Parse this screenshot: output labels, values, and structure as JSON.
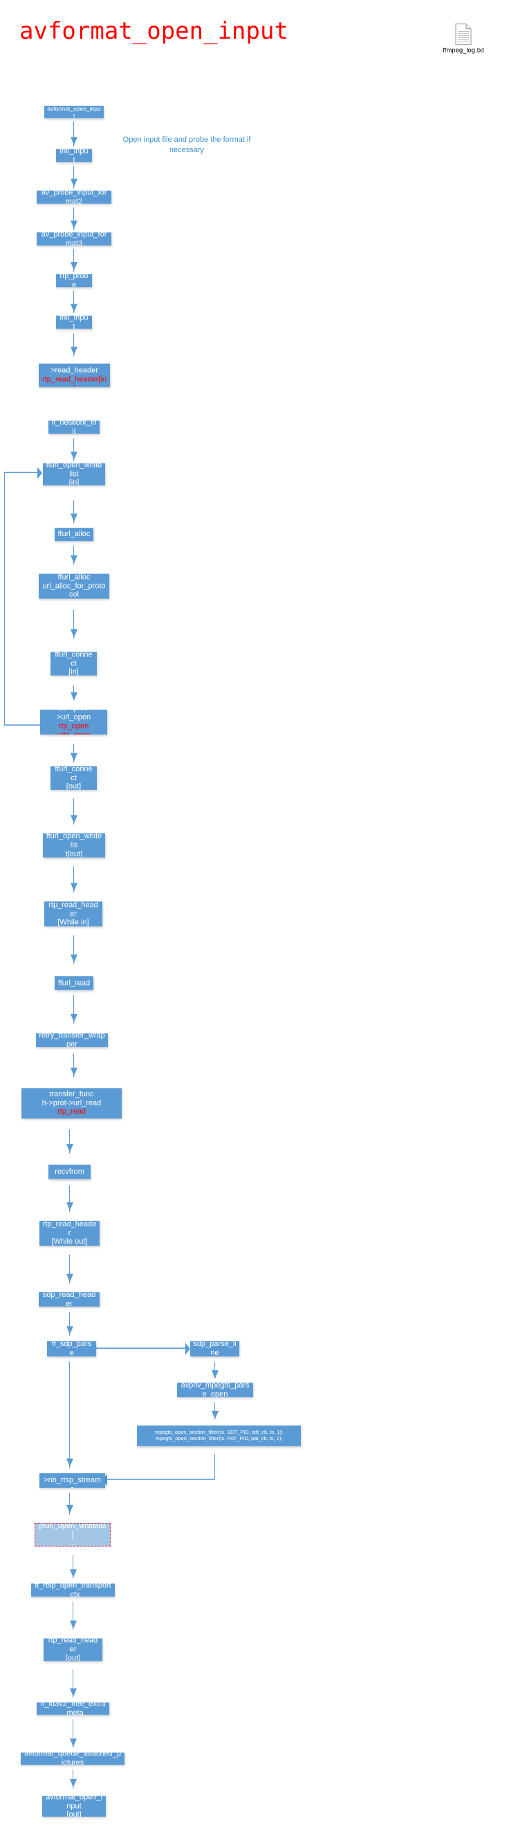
{
  "page": {
    "title": "avformat_open_input",
    "title_color": "#ff0000",
    "background": "#ffffff",
    "node_fill": "#5b9bd5",
    "node_text": "#ffffff",
    "highlight_color": "#ff0000",
    "connector_color": "#5b9bd5",
    "annotation_color": "#3d8fd1"
  },
  "desktop_file": {
    "icon": "text-file-icon",
    "label": "ffmpeg_log.txt"
  },
  "annotation": {
    "line1": "Open input file and probe the",
    "line2": "format if necessary"
  },
  "nodes": {
    "n01": {
      "line1": "avformat_open_input"
    },
    "n02": {
      "line1": "init_input"
    },
    "n03": {
      "line1": "av_probe_input_format2"
    },
    "n04": {
      "line1": "av_probe_input_format3"
    },
    "n05": {
      "line1": "rtp_probe"
    },
    "n06": {
      "line1": "init_input"
    },
    "n07": {
      "line1": "s->iformat->read_header",
      "line2": "rtp_read_header[in]"
    },
    "n08": {
      "line1": "ff_network_init"
    },
    "n09": {
      "line1": "ffurl_open_whitelist",
      "line2": "[in]"
    },
    "n10": {
      "line1": "ffurl_alloc"
    },
    "n11": {
      "line1": "ffurl_alloc",
      "line2": "url_alloc_for_protocol"
    },
    "n12": {
      "line1": "ffurl_connect",
      "line2": "[in]"
    },
    "n13": {
      "line1": "uc->prot->url_open",
      "line2": "rtp_open",
      "line3": "udp_open"
    },
    "n14": {
      "line1": "ffurl_connect",
      "line2": "[out]"
    },
    "n15": {
      "line1": "ffurl_open_whitelis",
      "line2": "t[out]"
    },
    "n16": {
      "line1": "rtp_read_header",
      "line2": "[While in]"
    },
    "n17": {
      "line1": "ffurl_read"
    },
    "n18": {
      "line1": "retry_transfer_wrapper"
    },
    "n19": {
      "line1": "transfer_func",
      "line2": "h->prot->url_read",
      "line3": "rtp_read"
    },
    "n20": {
      "line1": "recvfrom"
    },
    "n21": {
      "line1": "rtp_read_header",
      "line2": "[While out]"
    },
    "n22": {
      "line1": "sdp_read_header"
    },
    "n23": {
      "line1": "ff_sdp_parse"
    },
    "n24": {
      "line1": "sdp_parse_line"
    },
    "n25": {
      "line1": "avpriv_mpegts_parse_open"
    },
    "n26": {
      "line1": "mpegts_open_section_filter(ts, SDT_PID, sdt_cb, ts, 1);",
      "line2": "mpegts_open_section_filter(ts, PAT_PID, pat_cb, ts, 1);"
    },
    "n27": {
      "line1": "rt->nb_rtsp_streams"
    },
    "n28": {
      "line1": "[ffurl_open_whitelist]",
      "line2": "..."
    },
    "n29": {
      "line1": "ff_rtsp_open_transport_ctx"
    },
    "n30": {
      "line1": "rtp_read_header",
      "line2": "[out]"
    },
    "n31": {
      "line1": "ff_id3v2_free_extra_meta"
    },
    "n32": {
      "line1": "avformat_queue_attached_pictures"
    },
    "n33": {
      "line1": "avformat_open_input",
      "line2": "[out]"
    }
  }
}
